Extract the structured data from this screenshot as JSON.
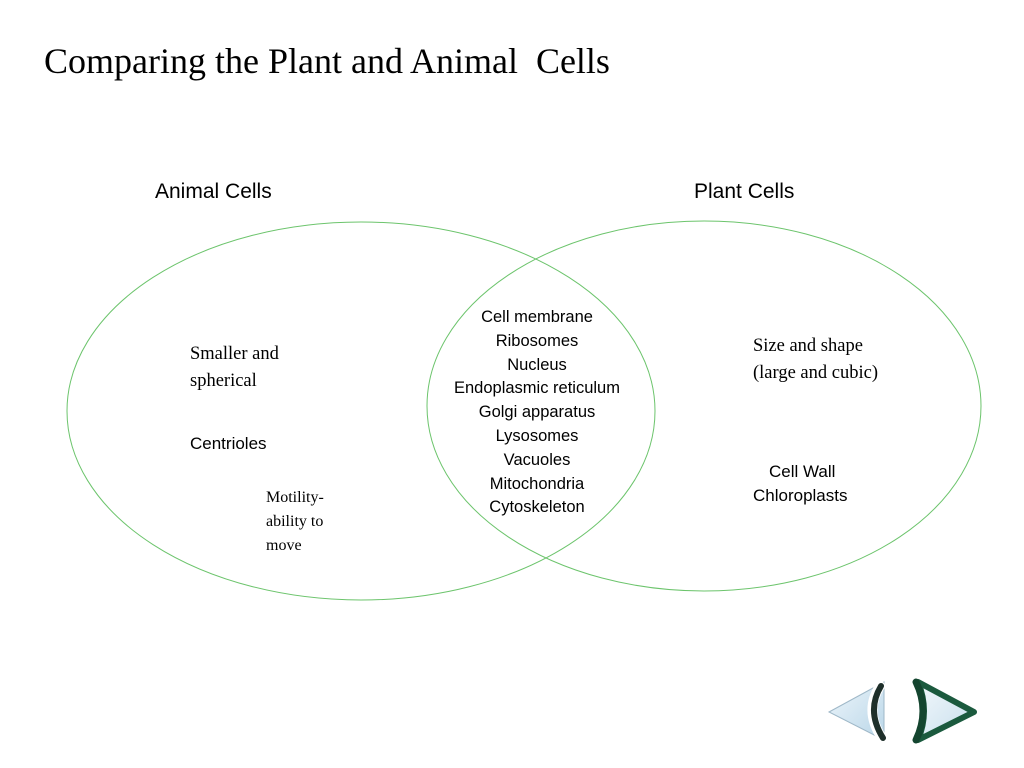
{
  "title": "Comparing the Plant and Animal  Cells",
  "left_set": {
    "label": "Animal Cells",
    "notes": {
      "shape": "Smaller and spherical",
      "centrioles": "Centrioles",
      "motility": "Motility- ability to move"
    }
  },
  "right_set": {
    "label": "Plant Cells",
    "notes": {
      "shape": "Size and shape (large and cubic)",
      "structures": [
        "Cell Wall",
        "Chloroplasts"
      ]
    }
  },
  "shared": {
    "items": [
      "Cell membrane",
      "Ribosomes",
      "Nucleus",
      "Endoplasmic reticulum",
      "Golgi apparatus",
      "Lysosomes",
      "Vacuoles",
      "Mitochondria",
      "Cytoskeleton"
    ]
  },
  "colors": {
    "circle_stroke": "#6cc46c",
    "nav_back_fill": "#dcebf4",
    "nav_next_fill": "#1b5a3e"
  },
  "navigation": {
    "back_icon": "chevron-left-icon",
    "next_icon": "chevron-right-icon"
  }
}
